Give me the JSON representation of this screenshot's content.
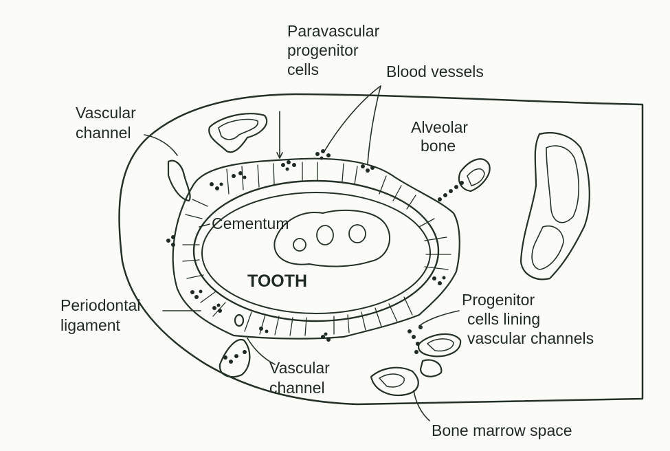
{
  "labels": {
    "paravascular": [
      "Paravascular",
      "progenitor",
      "cells"
    ],
    "blood_vessels": "Blood vessels",
    "vascular_channel_top": [
      "Vascular",
      "channel"
    ],
    "alveolar_bone": [
      "Alveolar",
      "bone"
    ],
    "cementum": "Cementum",
    "tooth": "TOOTH",
    "periodontal_ligament": [
      "Periodontal",
      "ligament"
    ],
    "progenitor_lining": [
      "Progenitor",
      "cells lining",
      "vascular channels"
    ],
    "vascular_channel_bottom": [
      "Vascular",
      "channel"
    ],
    "bone_marrow_space": "Bone marrow space"
  },
  "colors": {
    "ink": "#243126",
    "paper": "#fbfbf7",
    "bone_fill": "#f4f4ee"
  }
}
